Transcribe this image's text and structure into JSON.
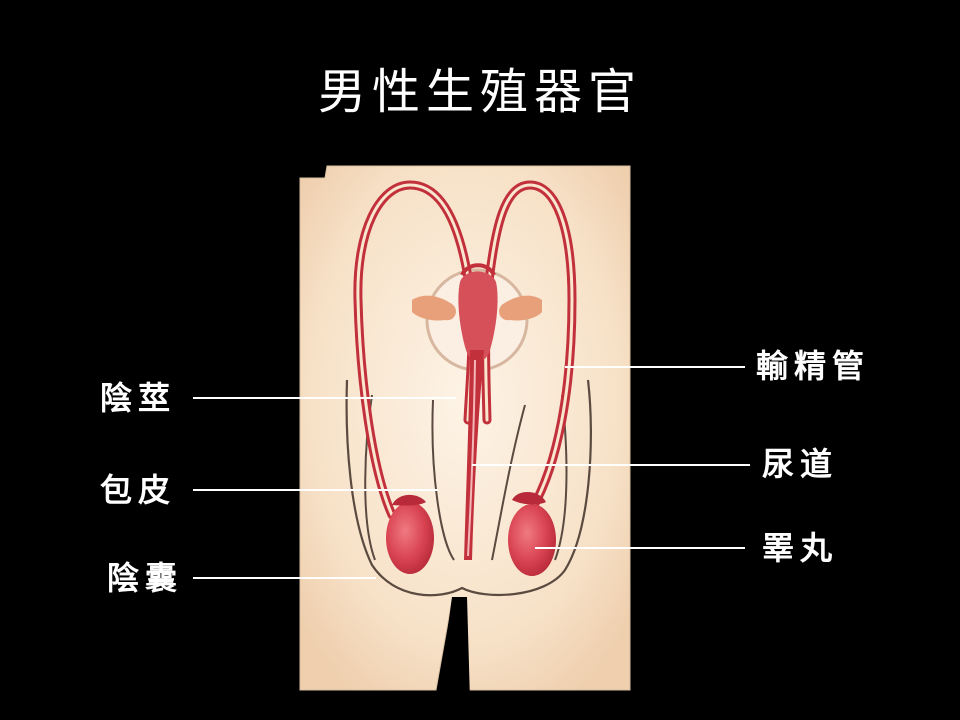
{
  "title": "男性生殖器官",
  "labels": {
    "penis": "陰莖",
    "foreskin": "包皮",
    "scrotum": "陰囊",
    "vas_deferens": "輸精管",
    "urethra": "尿道",
    "testis": "睪丸"
  },
  "colors": {
    "background": "#000000",
    "skin": "#f9e6cf",
    "duct": "#c2303c",
    "testis": "#d94452",
    "gland": "#e8a07a",
    "outline": "#5a4a40"
  }
}
